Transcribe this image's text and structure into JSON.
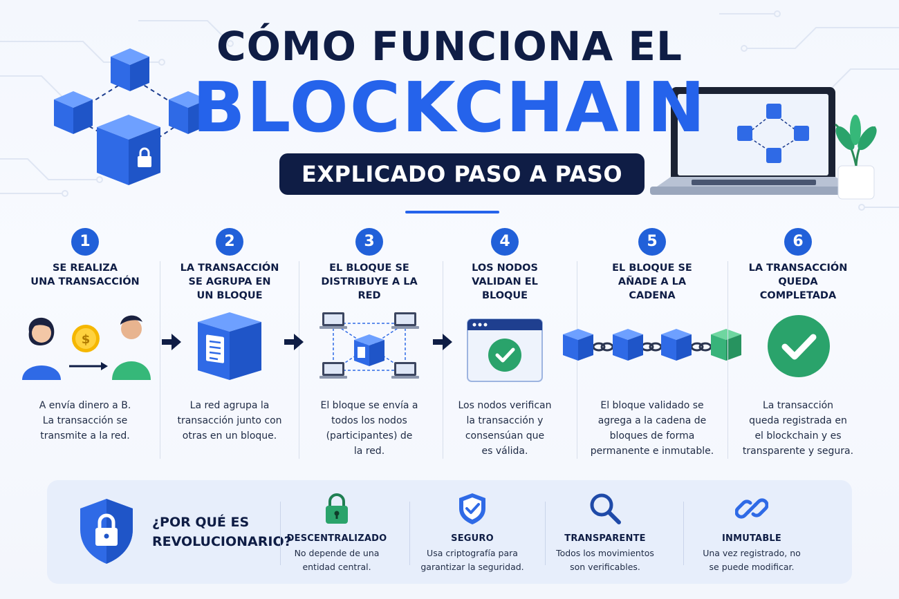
{
  "header": {
    "title_line1": "CÓMO FUNCIONA EL",
    "title_line2": "BLOCKCHAIN",
    "subtitle": "EXPLICADO PASO A PASO"
  },
  "steps": [
    {
      "number": "1",
      "title": "SE REALIZA\nUNA TRANSACCIÓN",
      "description": "A envía dinero a B.\nLa transacción se\ntransmite a la red.",
      "icon": "person-to-person-transfer-icon"
    },
    {
      "number": "2",
      "title": "LA TRANSACCIÓN\nSE AGRUPA EN\nUN BLOQUE",
      "description": "La red agrupa la\ntransacción junto con\notras en un bloque.",
      "icon": "block-document-icon"
    },
    {
      "number": "3",
      "title": "EL BLOQUE SE\nDISTRIBUYE A LA\nRED",
      "description": "El bloque se envía a\ntodos los nodos\n(participantes) de\nla red.",
      "icon": "network-distribution-icon"
    },
    {
      "number": "4",
      "title": "LOS NODOS\nVALIDAN EL\nBLOQUE",
      "description": "Los nodos verifican\nla transacción y\nconsensúan que\nes válida.",
      "icon": "validation-window-icon"
    },
    {
      "number": "5",
      "title": "EL BLOQUE SE\nAÑADE A  LA\nCADENA",
      "description": "El bloque validado se\nagrega a la cadena de\nbloques de forma\npermanente e inmutable.",
      "icon": "chained-blocks-icon"
    },
    {
      "number": "6",
      "title": "LA TRANSACCIÓN\nQUEDA\nCOMPLETADA",
      "description": "La transacción\nqueda registrada en\nel blockchain y es\ntransparente y segura.",
      "icon": "check-circle-icon"
    }
  ],
  "why": {
    "question": "¿POR QUÉ ES\nREVOLUCIONARIO?"
  },
  "features": [
    {
      "title": "DESCENTRALIZADO",
      "description": "No depende de una\nentidad central.",
      "icon": "padlock-icon"
    },
    {
      "title": "SEGURO",
      "description": "Usa criptografía para\ngarantizar la seguridad.",
      "icon": "shield-check-icon"
    },
    {
      "title": "TRANSPARENTE",
      "description": "Todos los movimientos\nson verificables.",
      "icon": "magnifier-icon"
    },
    {
      "title": "INMUTABLE",
      "description": "Una vez registrado, no\nse puede modificar.",
      "icon": "chain-link-icon"
    }
  ],
  "colors": {
    "navy": "#0f1d45",
    "blue": "#2563eb",
    "green": "#2aa36b",
    "light_panel": "#e7eefb"
  }
}
